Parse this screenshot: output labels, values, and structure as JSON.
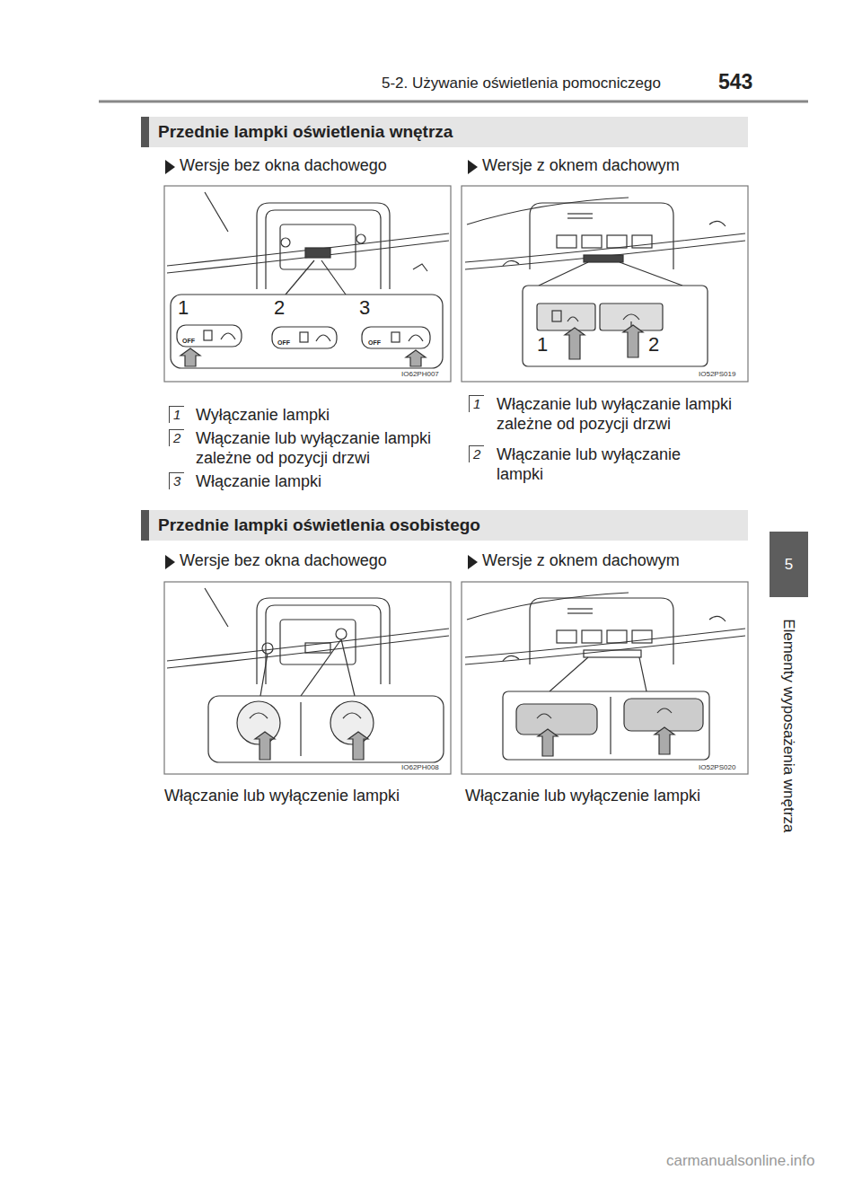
{
  "diagram": {
    "nodes": [
      {
        "text": [
          "Przednie lampki oświetlenia wnętrza"
        ]
      },
      {
        "text": [
          "Przednie lampki oświetlenia osobistego"
        ]
      },
      {
        "text": [
          "5"
        ]
      }
    ],
    "labels": [
      "5-2. Używanie oświetlenia pomocniczego",
      "543",
      "Wersje bez okna dachowego",
      "Wersje z oknem dachowym",
      "1",
      "2",
      "3",
      "OFF",
      "OFF",
      "OFF",
      "IO62PH007",
      "1",
      "2",
      "IO52PS019",
      "1",
      "Wyłączanie lampki",
      "2",
      "Włączanie lub wyłączanie lampki zależne od pozycji drzwi",
      "3",
      "Włączanie lampki",
      "1",
      "Włączanie lub wyłączanie lampki zależne od pozycji drzwi",
      "2",
      "Włączanie lub wyłączanie lampki",
      "Wersje bez okna dachowego",
      "Wersje z oknem dachowym",
      "IO62PH008",
      "IO52PS020",
      "Włączanie lub wyłączenie lampki",
      "Włączanie lub wyłączenie lampki",
      "Elementy wyposażenia wnętrza",
      "carmanualsonline.info"
    ]
  }
}
